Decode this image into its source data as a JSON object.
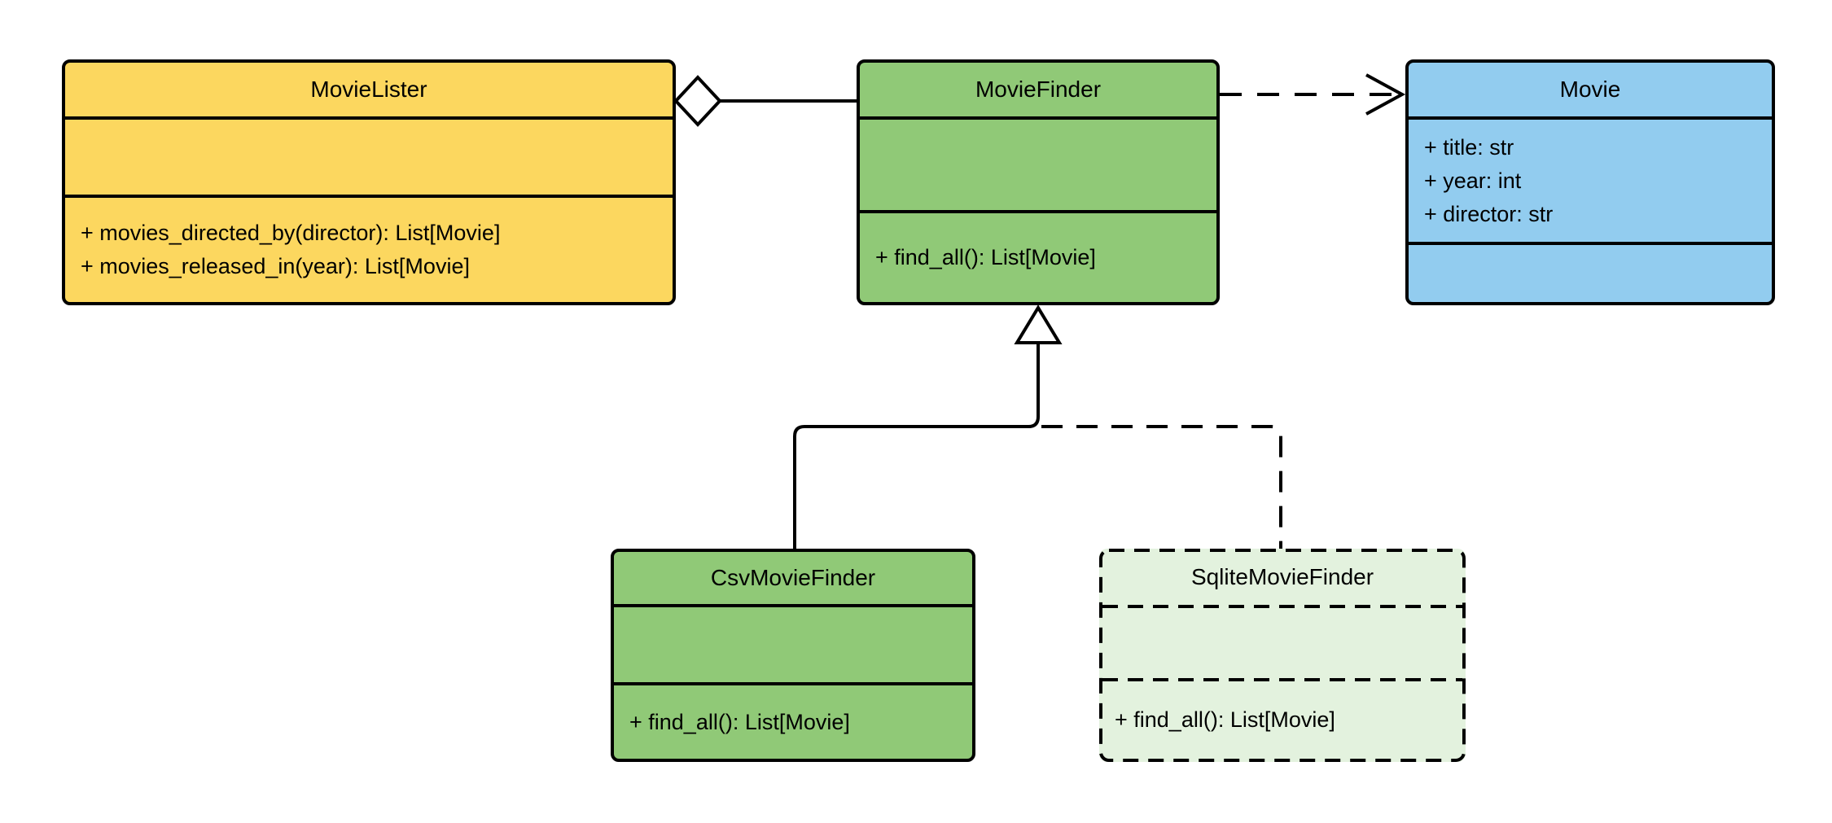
{
  "diagram": {
    "type": "uml-class-diagram",
    "colors": {
      "background": "#FFFFFF",
      "line": "#000000",
      "text": "#000000",
      "movie_lister_fill": "#FCD75F",
      "movie_finder_fill": "#90C977",
      "movie_fill": "#92CCEF",
      "csv_movie_finder_fill": "#90C977",
      "sqlite_movie_finder_fill": "#E3F2DE"
    },
    "classes": [
      {
        "name": "MovieLister",
        "attributes": [],
        "methods": [
          "+ movies_directed_by(director): List[Movie]",
          "+ movies_released_in(year): List[Movie]"
        ],
        "border_style": "solid"
      },
      {
        "name": "MovieFinder",
        "attributes": [],
        "methods": [
          "+ find_all(): List[Movie]"
        ],
        "border_style": "solid"
      },
      {
        "name": "Movie",
        "attributes": [
          "+ title: str",
          "+ year: int",
          "+ director: str"
        ],
        "methods": [],
        "border_style": "solid"
      },
      {
        "name": "CsvMovieFinder",
        "attributes": [],
        "methods": [
          "+ find_all(): List[Movie]"
        ],
        "border_style": "solid"
      },
      {
        "name": "SqliteMovieFinder",
        "attributes": [],
        "methods": [
          "+ find_all(): List[Movie]"
        ],
        "border_style": "dashed"
      }
    ],
    "relationships": [
      {
        "from": "MovieLister",
        "to": "MovieFinder",
        "type": "aggregation",
        "line": "solid",
        "marker": "hollow-diamond"
      },
      {
        "from": "MovieFinder",
        "to": "Movie",
        "type": "dependency",
        "line": "dashed",
        "marker": "open-arrow"
      },
      {
        "from": "CsvMovieFinder",
        "to": "MovieFinder",
        "type": "inheritance",
        "line": "solid",
        "marker": "hollow-triangle"
      },
      {
        "from": "SqliteMovieFinder",
        "to": "MovieFinder",
        "type": "inheritance",
        "line": "dashed",
        "marker": "hollow-triangle"
      }
    ]
  }
}
